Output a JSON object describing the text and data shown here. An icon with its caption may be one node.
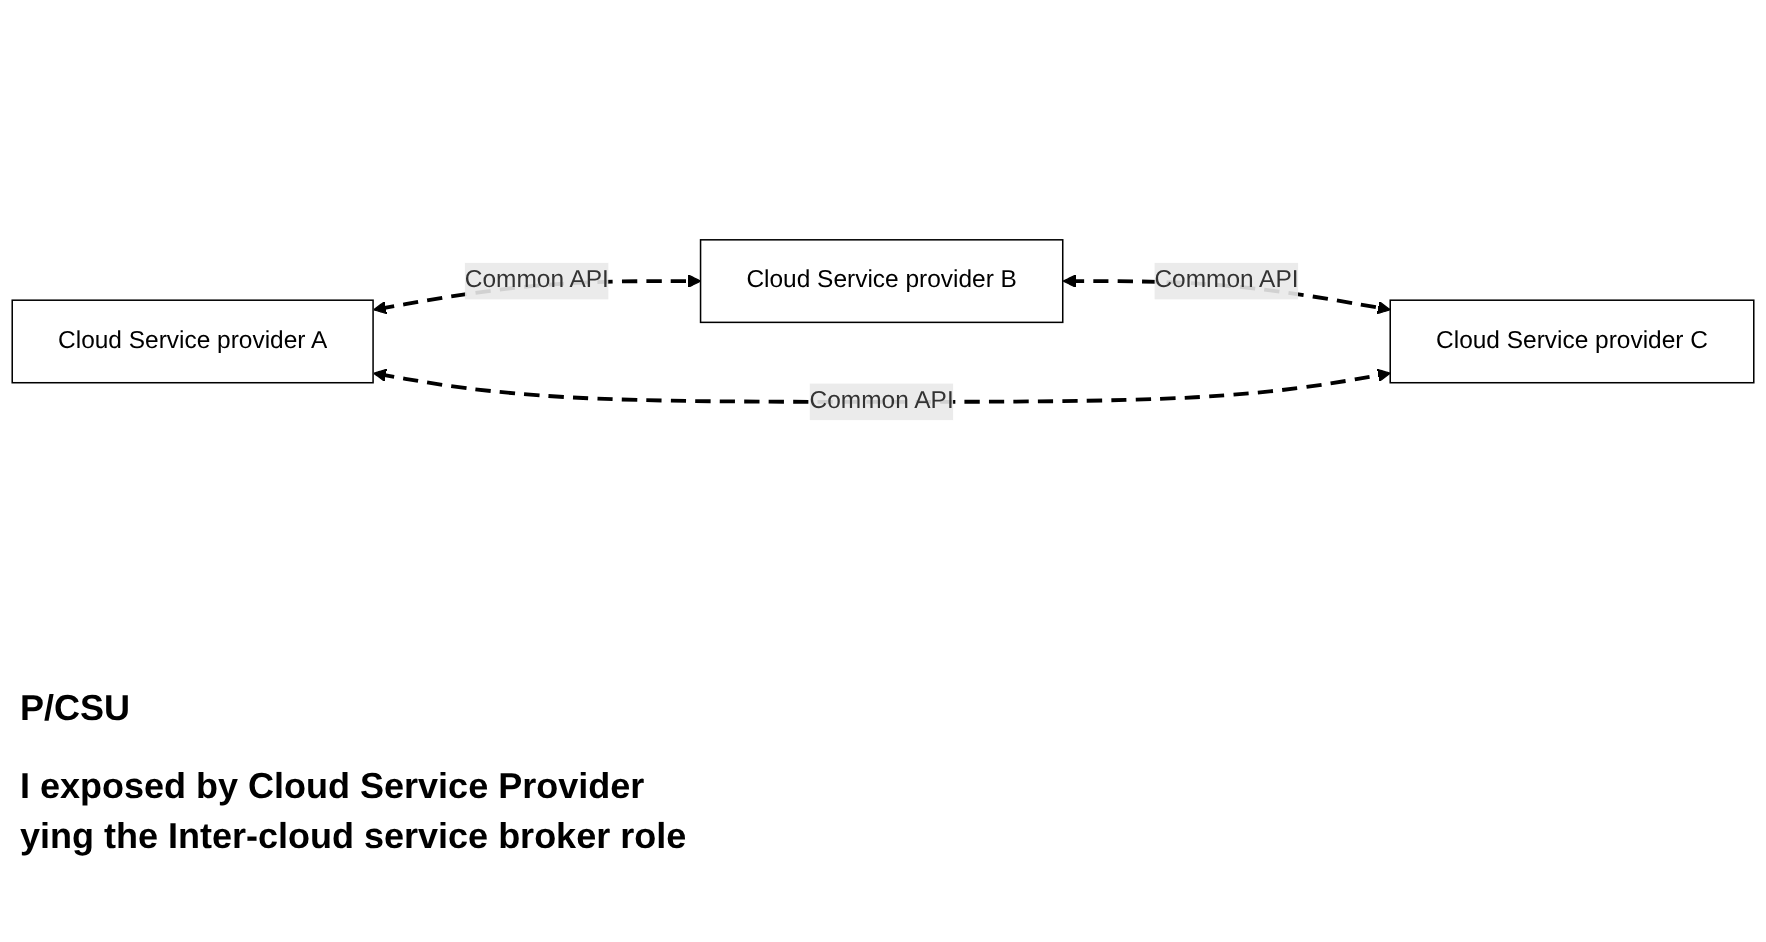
{
  "diagram": {
    "nodes": [
      {
        "text": [
          "Cloud Service provider A"
        ]
      },
      {
        "text": [
          "Cloud Service provider B"
        ]
      },
      {
        "text": [
          "Cloud Service provider C"
        ]
      }
    ],
    "edges": [
      {
        "from": 0,
        "to": 1,
        "arrow": "both",
        "label": "Common API",
        "style": "dashed"
      },
      {
        "from": 1,
        "to": 2,
        "arrow": "both",
        "label": "Common API",
        "style": "dashed"
      },
      {
        "from": 0,
        "to": 2,
        "arrow": "both",
        "label": "Common API",
        "style": "dashed"
      }
    ],
    "labels": [
      "P/CSU",
      "I exposed by Cloud Service Provider",
      "ying the Inter-cloud service broker role"
    ]
  }
}
